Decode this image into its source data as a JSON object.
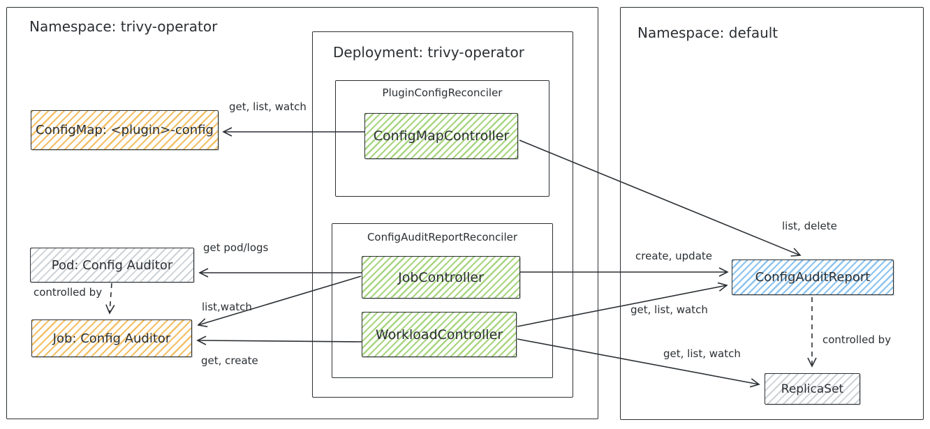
{
  "colors": {
    "stroke": "#2b2f33",
    "orange": "#f2c065",
    "green": "#a8d57f",
    "blue": "#8cc3ef",
    "gray": "#cdd2d6"
  },
  "namespaces": {
    "left": {
      "title": "Namespace: trivy-operator"
    },
    "right": {
      "title": "Namespace: default"
    }
  },
  "deployment": {
    "title": "Deployment: trivy-operator"
  },
  "reconcilers": {
    "plugin_config": {
      "title": "PluginConfigReconciler",
      "controllers": {
        "configmap": "ConfigMapController"
      }
    },
    "config_audit": {
      "title": "ConfigAuditReportReconciler",
      "controllers": {
        "job": "JobController",
        "workload": "WorkloadController"
      }
    }
  },
  "resources": {
    "configmap": "ConfigMap: <plugin>-config",
    "pod": "Pod: Config Auditor",
    "job": "Job: Config Auditor",
    "config_audit_report": "ConfigAuditReport",
    "replicaset": "ReplicaSet"
  },
  "edges": {
    "configmap_get_list_watch": "get, list, watch",
    "pod_get_logs": "get pod/logs",
    "job_list_watch": "list,watch",
    "job_get_create": "get, create",
    "pod_controlled_by": "controlled by",
    "car_list_delete": "list, delete",
    "car_create_update": "create, update",
    "car_get_list_watch": "get, list, watch",
    "rs_get_list_watch": "get, list, watch",
    "rs_controlled_by": "controlled by"
  }
}
